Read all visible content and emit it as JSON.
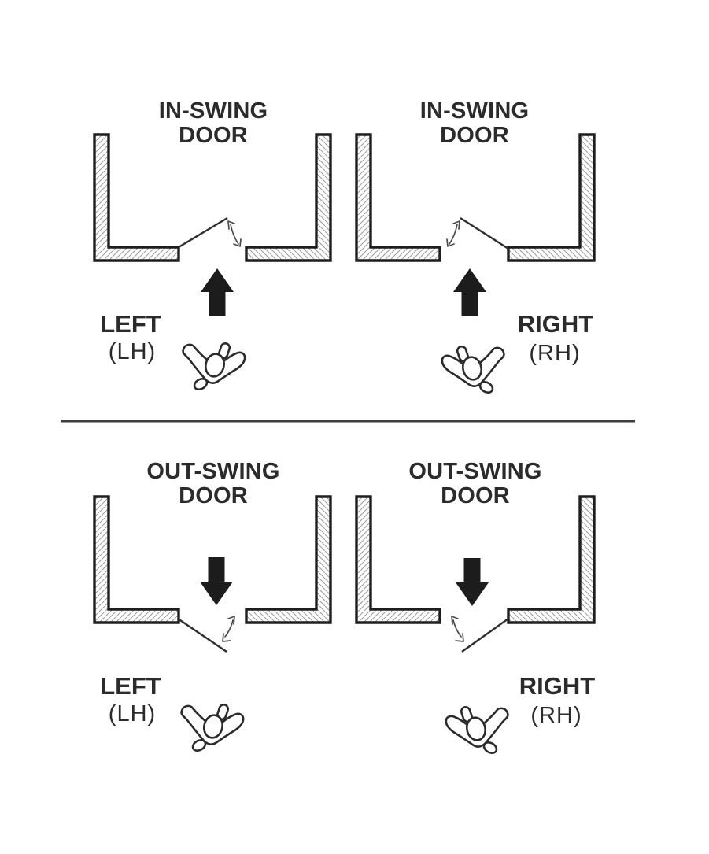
{
  "diagram": {
    "panels": [
      {
        "id": "in-swing-left",
        "title_line1": "IN-SWING",
        "title_line2": "DOOR",
        "hand_label": "LEFT",
        "hand_code": "(LH)",
        "swing": "in",
        "hinge": "left"
      },
      {
        "id": "in-swing-right",
        "title_line1": "IN-SWING",
        "title_line2": "DOOR",
        "hand_label": "RIGHT",
        "hand_code": "(RH)",
        "swing": "in",
        "hinge": "right"
      },
      {
        "id": "out-swing-left",
        "title_line1": "OUT-SWING",
        "title_line2": "DOOR",
        "hand_label": "LEFT",
        "hand_code": "(LH)",
        "swing": "out",
        "hinge": "left"
      },
      {
        "id": "out-swing-right",
        "title_line1": "OUT-SWING",
        "title_line2": "DOOR",
        "hand_label": "RIGHT",
        "hand_code": "(RH)",
        "swing": "out",
        "hinge": "right"
      }
    ],
    "icons": {
      "direction_arrow_up": "arrow-up-icon",
      "direction_arrow_down": "arrow-down-icon",
      "swing_arc": "double-headed-arc-icon",
      "person": "person-top-view-icon"
    },
    "colors": {
      "background": "#ffffff",
      "ink": "#2b2b2b",
      "wall_outline": "#1e1e1e",
      "hatch": "#9b9b9b",
      "arrow_fill": "#1c1c1c",
      "divider": "#3d3d3d"
    }
  }
}
